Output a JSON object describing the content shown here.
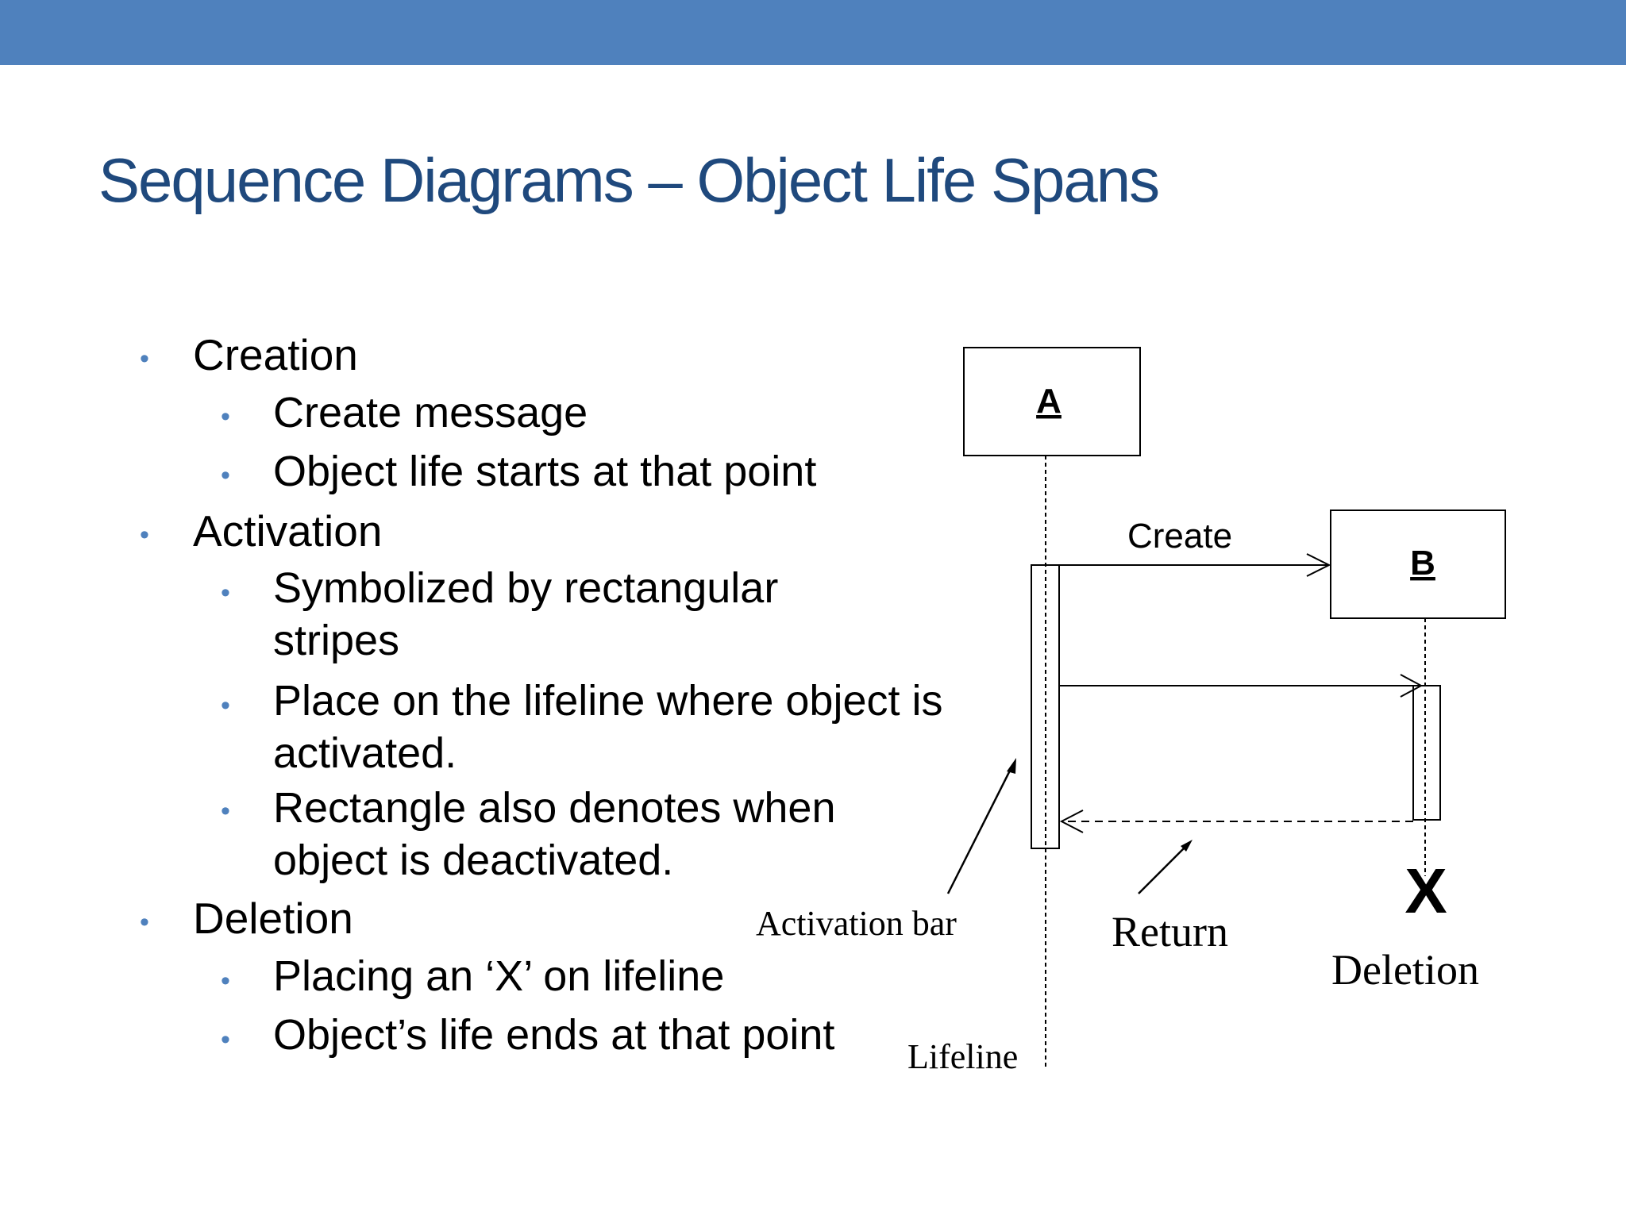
{
  "slide": {
    "title": "Sequence Diagrams – Object Life Spans",
    "accent_color": "#4f81bd",
    "title_color": "#1f497d"
  },
  "bullets": [
    {
      "level": 1,
      "text": "Creation"
    },
    {
      "level": 2,
      "text": "Create message"
    },
    {
      "level": 2,
      "text": "Object life starts at that point"
    },
    {
      "level": 1,
      "text": "Activation"
    },
    {
      "level": 2,
      "text": "Symbolized by rectangular stripes"
    },
    {
      "level": 2,
      "text": "Place on the lifeline where object is activated."
    },
    {
      "level": 2,
      "text": "Rectangle also denotes when object is deactivated."
    },
    {
      "level": 1,
      "text": "Deletion"
    },
    {
      "level": 2,
      "text": "Placing an ‘X’ on lifeline"
    },
    {
      "level": 2,
      "text": "Object’s life ends at that point"
    }
  ],
  "diagram": {
    "object_a": "A",
    "object_b": "B",
    "create_message": "Create",
    "deletion_mark": "X",
    "activation_bar_label": "Activation bar",
    "return_label": "Return",
    "deletion_label": "Deletion",
    "lifeline_label": "Lifeline"
  }
}
